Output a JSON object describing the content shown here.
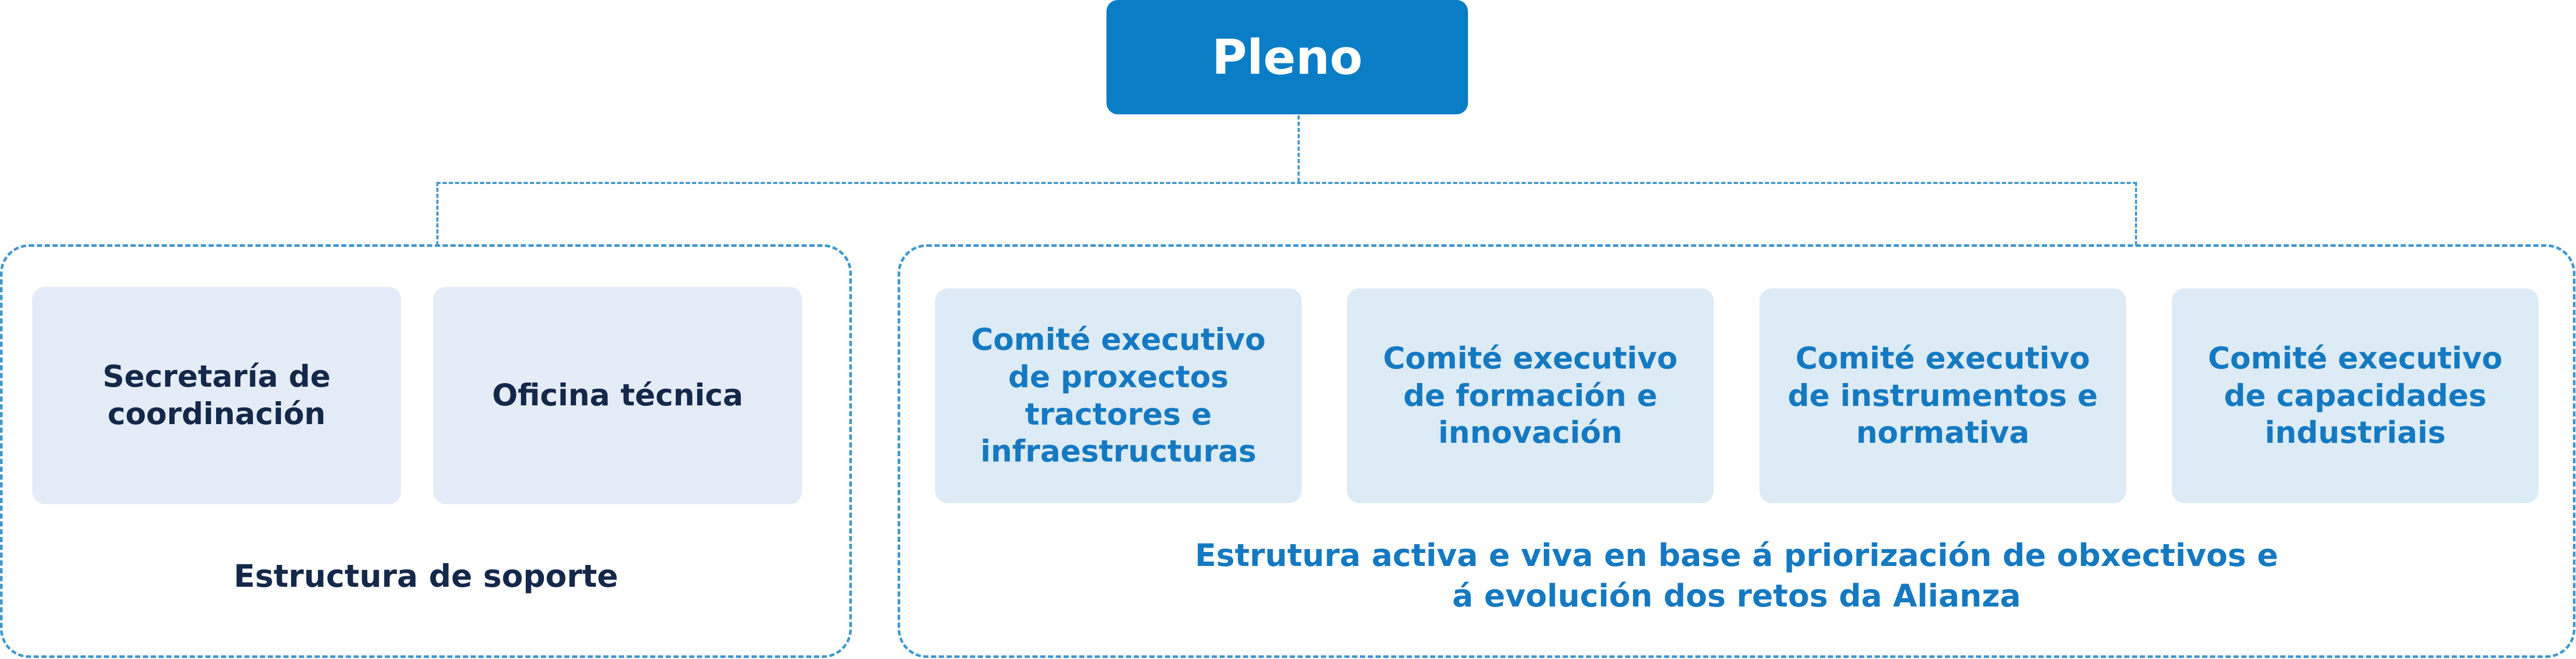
{
  "top_node": {
    "label": "Pleno"
  },
  "support_group": {
    "boxes": [
      {
        "label": "Secretaría de coordinación"
      },
      {
        "label": "Oficina técnica"
      }
    ],
    "caption": "Estructura de soporte"
  },
  "active_group": {
    "boxes": [
      {
        "label": "Comité executivo de proxectos tractores e infraestructuras"
      },
      {
        "label": "Comité executivo de formación e innovación"
      },
      {
        "label": "Comité executivo de instrumentos e normativa"
      },
      {
        "label": "Comité executivo de capacidades industriais"
      }
    ],
    "caption_line1": "Estrutura activa e viva en base á priorización de obxectivos e",
    "caption_line2": "á evolución dos retos da Alianza"
  },
  "colors": {
    "primary_blue": "#0a7dc7",
    "connector": "#3f97d0",
    "support_box": "#e4ecf8",
    "committee_box": "#dcebf6",
    "dark_text": "#14284a",
    "blue_text": "#1579c2"
  }
}
